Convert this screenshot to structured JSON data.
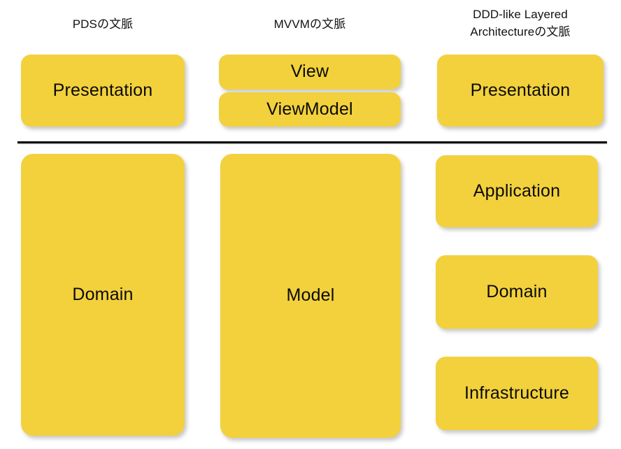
{
  "diagram": {
    "title_columns": [
      {
        "id": "pds",
        "label": "PDSの文脈"
      },
      {
        "id": "mvvm",
        "label": "MVVMの文脈"
      },
      {
        "id": "ddd",
        "label": "DDD-like Layered\nArchitectureの文脈"
      }
    ],
    "divider": {
      "name": "presentation-domain-separation-line"
    },
    "colors": {
      "box_fill": "#F2D13C",
      "box_text": "#0b0b0b",
      "header_text": "#111111",
      "divider": "#111111",
      "background": "#ffffff"
    },
    "columns": [
      {
        "id": "pds",
        "header": "PDSの文脈",
        "above_line": [
          {
            "id": "pds-presentation",
            "label": "Presentation"
          }
        ],
        "below_line": [
          {
            "id": "pds-domain",
            "label": "Domain"
          }
        ]
      },
      {
        "id": "mvvm",
        "header": "MVVMの文脈",
        "above_line": [
          {
            "id": "mvvm-view",
            "label": "View"
          },
          {
            "id": "mvvm-viewmodel",
            "label": "ViewModel"
          }
        ],
        "below_line": [
          {
            "id": "mvvm-model",
            "label": "Model"
          }
        ]
      },
      {
        "id": "ddd",
        "header": "DDD-like Layered\nArchitectureの文脈",
        "above_line": [
          {
            "id": "ddd-presentation",
            "label": "Presentation"
          }
        ],
        "below_line": [
          {
            "id": "ddd-application",
            "label": "Application"
          },
          {
            "id": "ddd-domain",
            "label": "Domain"
          },
          {
            "id": "ddd-infrastructure",
            "label": "Infrastructure"
          }
        ]
      }
    ]
  }
}
